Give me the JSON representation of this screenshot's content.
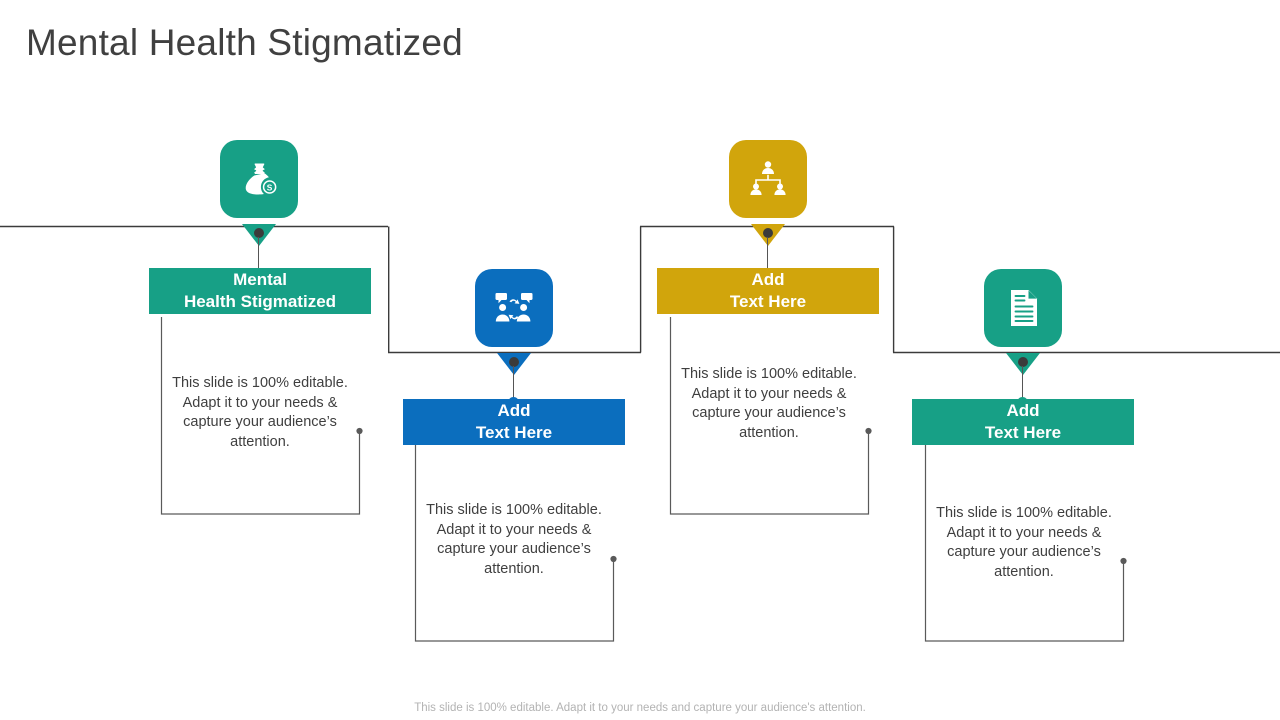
{
  "slide": {
    "title": "Mental Health Stigmatized",
    "footer": "This slide is 100% editable. Adapt it to your needs and capture your audience's attention."
  },
  "palette": {
    "teal": "#17A086",
    "blue": "#0B6EBE",
    "yellow": "#D1A50C",
    "line": "#3b3b3b",
    "title_text": "#404040",
    "body_text": "#3f3f3f",
    "footer_text": "#b3b3b3",
    "white": "#ffffff"
  },
  "cards": [
    {
      "id": "card-1",
      "icon": "money-bag-dollar-icon",
      "color": "#17A086",
      "label_line1": "Mental",
      "label_line2": "Health Stigmatized",
      "body": "This slide is 100% editable. Adapt it to your needs & capture your audience’s attention."
    },
    {
      "id": "card-2",
      "icon": "two-people-conversation-icon",
      "color": "#0B6EBE",
      "label_line1": "Add",
      "label_line2": "Text Here",
      "body": "This slide is 100% editable. Adapt it to your needs & capture your audience’s attention."
    },
    {
      "id": "card-3",
      "icon": "team-hierarchy-icon",
      "color": "#D1A50C",
      "label_line1": "Add",
      "label_line2": "Text Here",
      "body": "This slide is 100% editable. Adapt it to your needs & capture your audience’s attention."
    },
    {
      "id": "card-4",
      "icon": "document-file-icon",
      "color": "#17A086",
      "label_line1": "Add",
      "label_line2": "Text Here",
      "body": "This slide is 100% editable. Adapt it to your needs & capture your audience’s attention."
    }
  ]
}
